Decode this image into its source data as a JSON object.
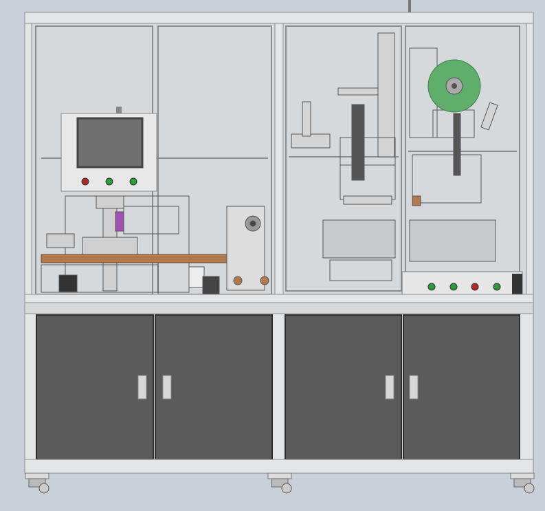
{
  "scene": {
    "colors": {
      "background": "#c8d0d9",
      "frame": "#e4e5e6",
      "frame_edge": "#8a8d90",
      "glass": "#d6d9dc",
      "door": "#5b5b5b",
      "door_edge": "#2e2e2e",
      "handle": "#d8d8d8",
      "reel": "#5fae6b",
      "tube": "#b07a4e",
      "button_green": "#2f9a3c",
      "button_red": "#b02828",
      "screen": "#6f6f6f",
      "accent_purple": "#a050b0"
    },
    "cabinet_doors": 4,
    "hmi_buttons": [
      "red",
      "green",
      "green"
    ],
    "control_panel_buttons": [
      "green",
      "green",
      "red",
      "green"
    ]
  }
}
